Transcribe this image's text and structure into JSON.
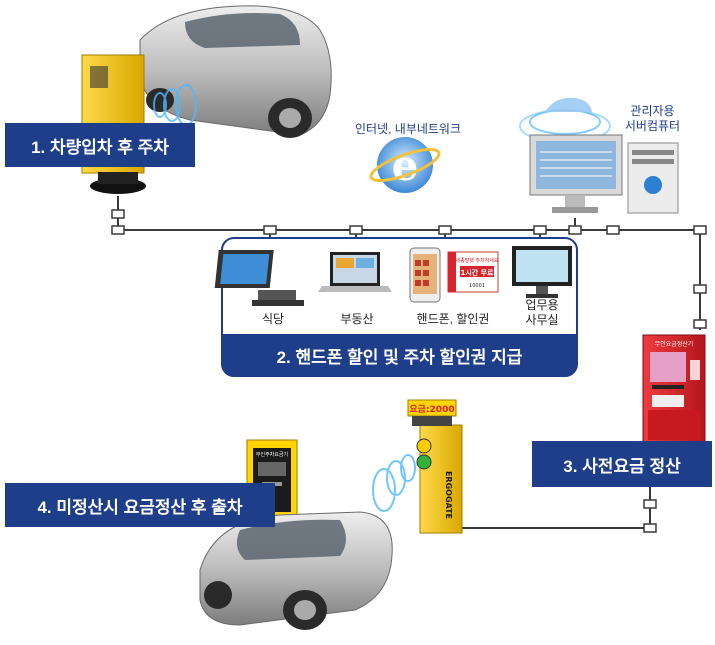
{
  "steps": {
    "s1": "1. 차량입차 후 주차",
    "s2": "2. 핸드폰 할인 및 주차 할인권 지급",
    "s3": "3. 사전요금 정산",
    "s4": "4. 미정산시 요금정산 후 출차"
  },
  "network": {
    "label": "인터넷, 내부네트워크"
  },
  "server": {
    "line1": "관리자용",
    "line2": "서버컴퓨터"
  },
  "devices": {
    "restaurant": "식당",
    "realestate": "부동산",
    "phone": "핸드폰, 할인권",
    "office1": "업무용",
    "office2": "사무실"
  },
  "gate": {
    "fee_display": "요금:2000",
    "brand": "ERGOGATE"
  },
  "ticket": {
    "title": "세종발렛 주차하세요",
    "value": "1시간 무료",
    "number": "10001"
  },
  "kiosk": {
    "title": "무인요금정산기"
  },
  "exit_machine": {
    "title": "무인주차요금기"
  },
  "colors": {
    "label_bg": "#1e3e8a",
    "barrier_yellow": "#f2c400",
    "kiosk_red": "#d8232a",
    "line": "#3a3a3a"
  }
}
